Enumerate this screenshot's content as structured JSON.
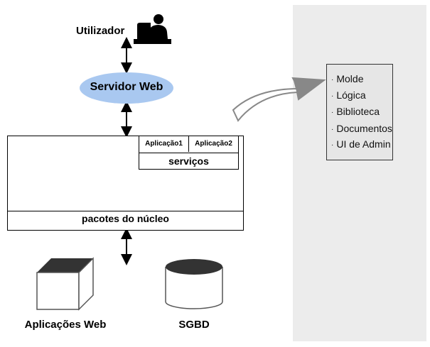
{
  "nodes": {
    "user": {
      "label": "Utilizador",
      "icon": "user-at-computer-icon"
    },
    "web_server": {
      "label": "Servidor Web",
      "color": "#a9c8f0"
    },
    "core": {
      "label": "pacotes do núcleo",
      "services_label": "serviços",
      "apps": [
        "Aplicação1",
        "Aplicação2"
      ]
    },
    "web_apps": {
      "label": "Aplicações Web",
      "icon": "cube-icon"
    },
    "dbms": {
      "label": "SGBD",
      "icon": "database-cylinder-icon"
    }
  },
  "modules_panel": {
    "items": [
      "Molde",
      "Lógica",
      "Biblioteca",
      "Documentos",
      "UI de Admin"
    ]
  }
}
